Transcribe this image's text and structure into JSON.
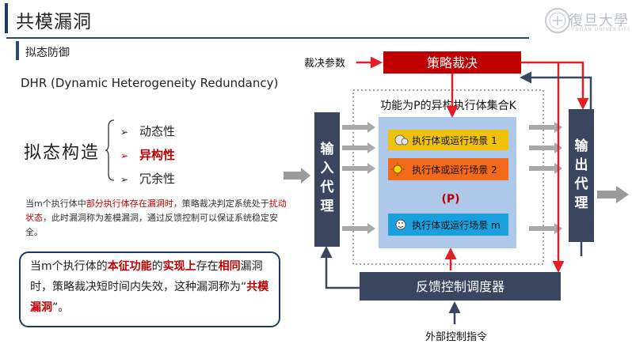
{
  "header": {
    "title": "共模漏洞",
    "subtitle": "拟态防御",
    "logo_text": "復旦大學",
    "logo_sub": "FUDAN UNIVERSITY"
  },
  "dhr": "DHR (Dynamic Heterogeneity Redundancy)",
  "nt": {
    "label": "拟态构造",
    "features": [
      {
        "arrow": "➢",
        "text": "动态性"
      },
      {
        "arrow": "➢",
        "text": "异构性"
      },
      {
        "arrow": "➢",
        "text": "冗余性"
      }
    ]
  },
  "paragraph": {
    "p1": "当m个执行体中",
    "p2": "部分执行体存在漏洞时",
    "p3": "，策略裁决判定系统处于",
    "p4": "扰动状态",
    "p5": "，此时漏洞称为差模漏洞，通过反馈控制可以保证系统稳定安全。"
  },
  "callout": {
    "c1": "当m个执行体的",
    "c2": "本征功能",
    "c3": "的",
    "c4": "实现上",
    "c5": "存在",
    "c6": "相同",
    "c7": "漏洞时，策略裁决短时间内失效，这种漏洞称为“",
    "c8": "共模漏洞",
    "c9": "”。"
  },
  "diagram": {
    "decision_param": "裁决参数",
    "policy_arbiter": "策略裁决",
    "set_title": "功能为P的异构执行体集合K",
    "input_proxy": [
      "输",
      "入",
      "代",
      "理"
    ],
    "output_proxy": [
      "输",
      "出",
      "代",
      "理"
    ],
    "executors": [
      "执行体或运行场景 1",
      "执行体或运行场景 2",
      "执行体或运行场景 m"
    ],
    "p_label": "(P)",
    "feedback": "反馈控制调度器",
    "external": "外部控制指令"
  },
  "colors": {
    "navy": "#3a4660",
    "red": "#c00000",
    "exec1": "#f0c20c",
    "exec2": "#f36a1d",
    "execm": "#1aa0dc",
    "setbg": "#aec8ea"
  }
}
